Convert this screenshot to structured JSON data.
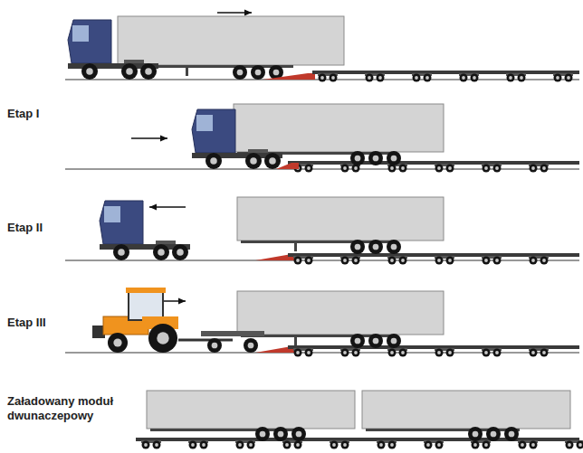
{
  "diagram": {
    "labels": [
      "Etap I",
      "Etap II",
      "Etap III",
      "Załadowany moduł dwunaczepowy"
    ]
  }
}
